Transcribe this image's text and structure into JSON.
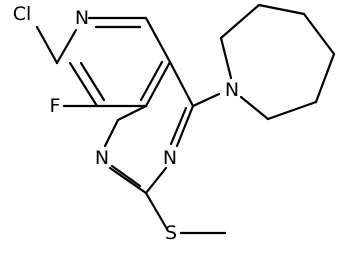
{
  "molecule": {
    "atoms": {
      "cl": "Cl",
      "n_pyridine": "N",
      "f": "F",
      "n_amine": "N",
      "n_pyrimidine_upper": "N",
      "n_pyrimidine_lower": "N",
      "s": "S"
    },
    "colors": {
      "bond": "#000000",
      "label": "#000000",
      "background": "#ffffff"
    }
  }
}
